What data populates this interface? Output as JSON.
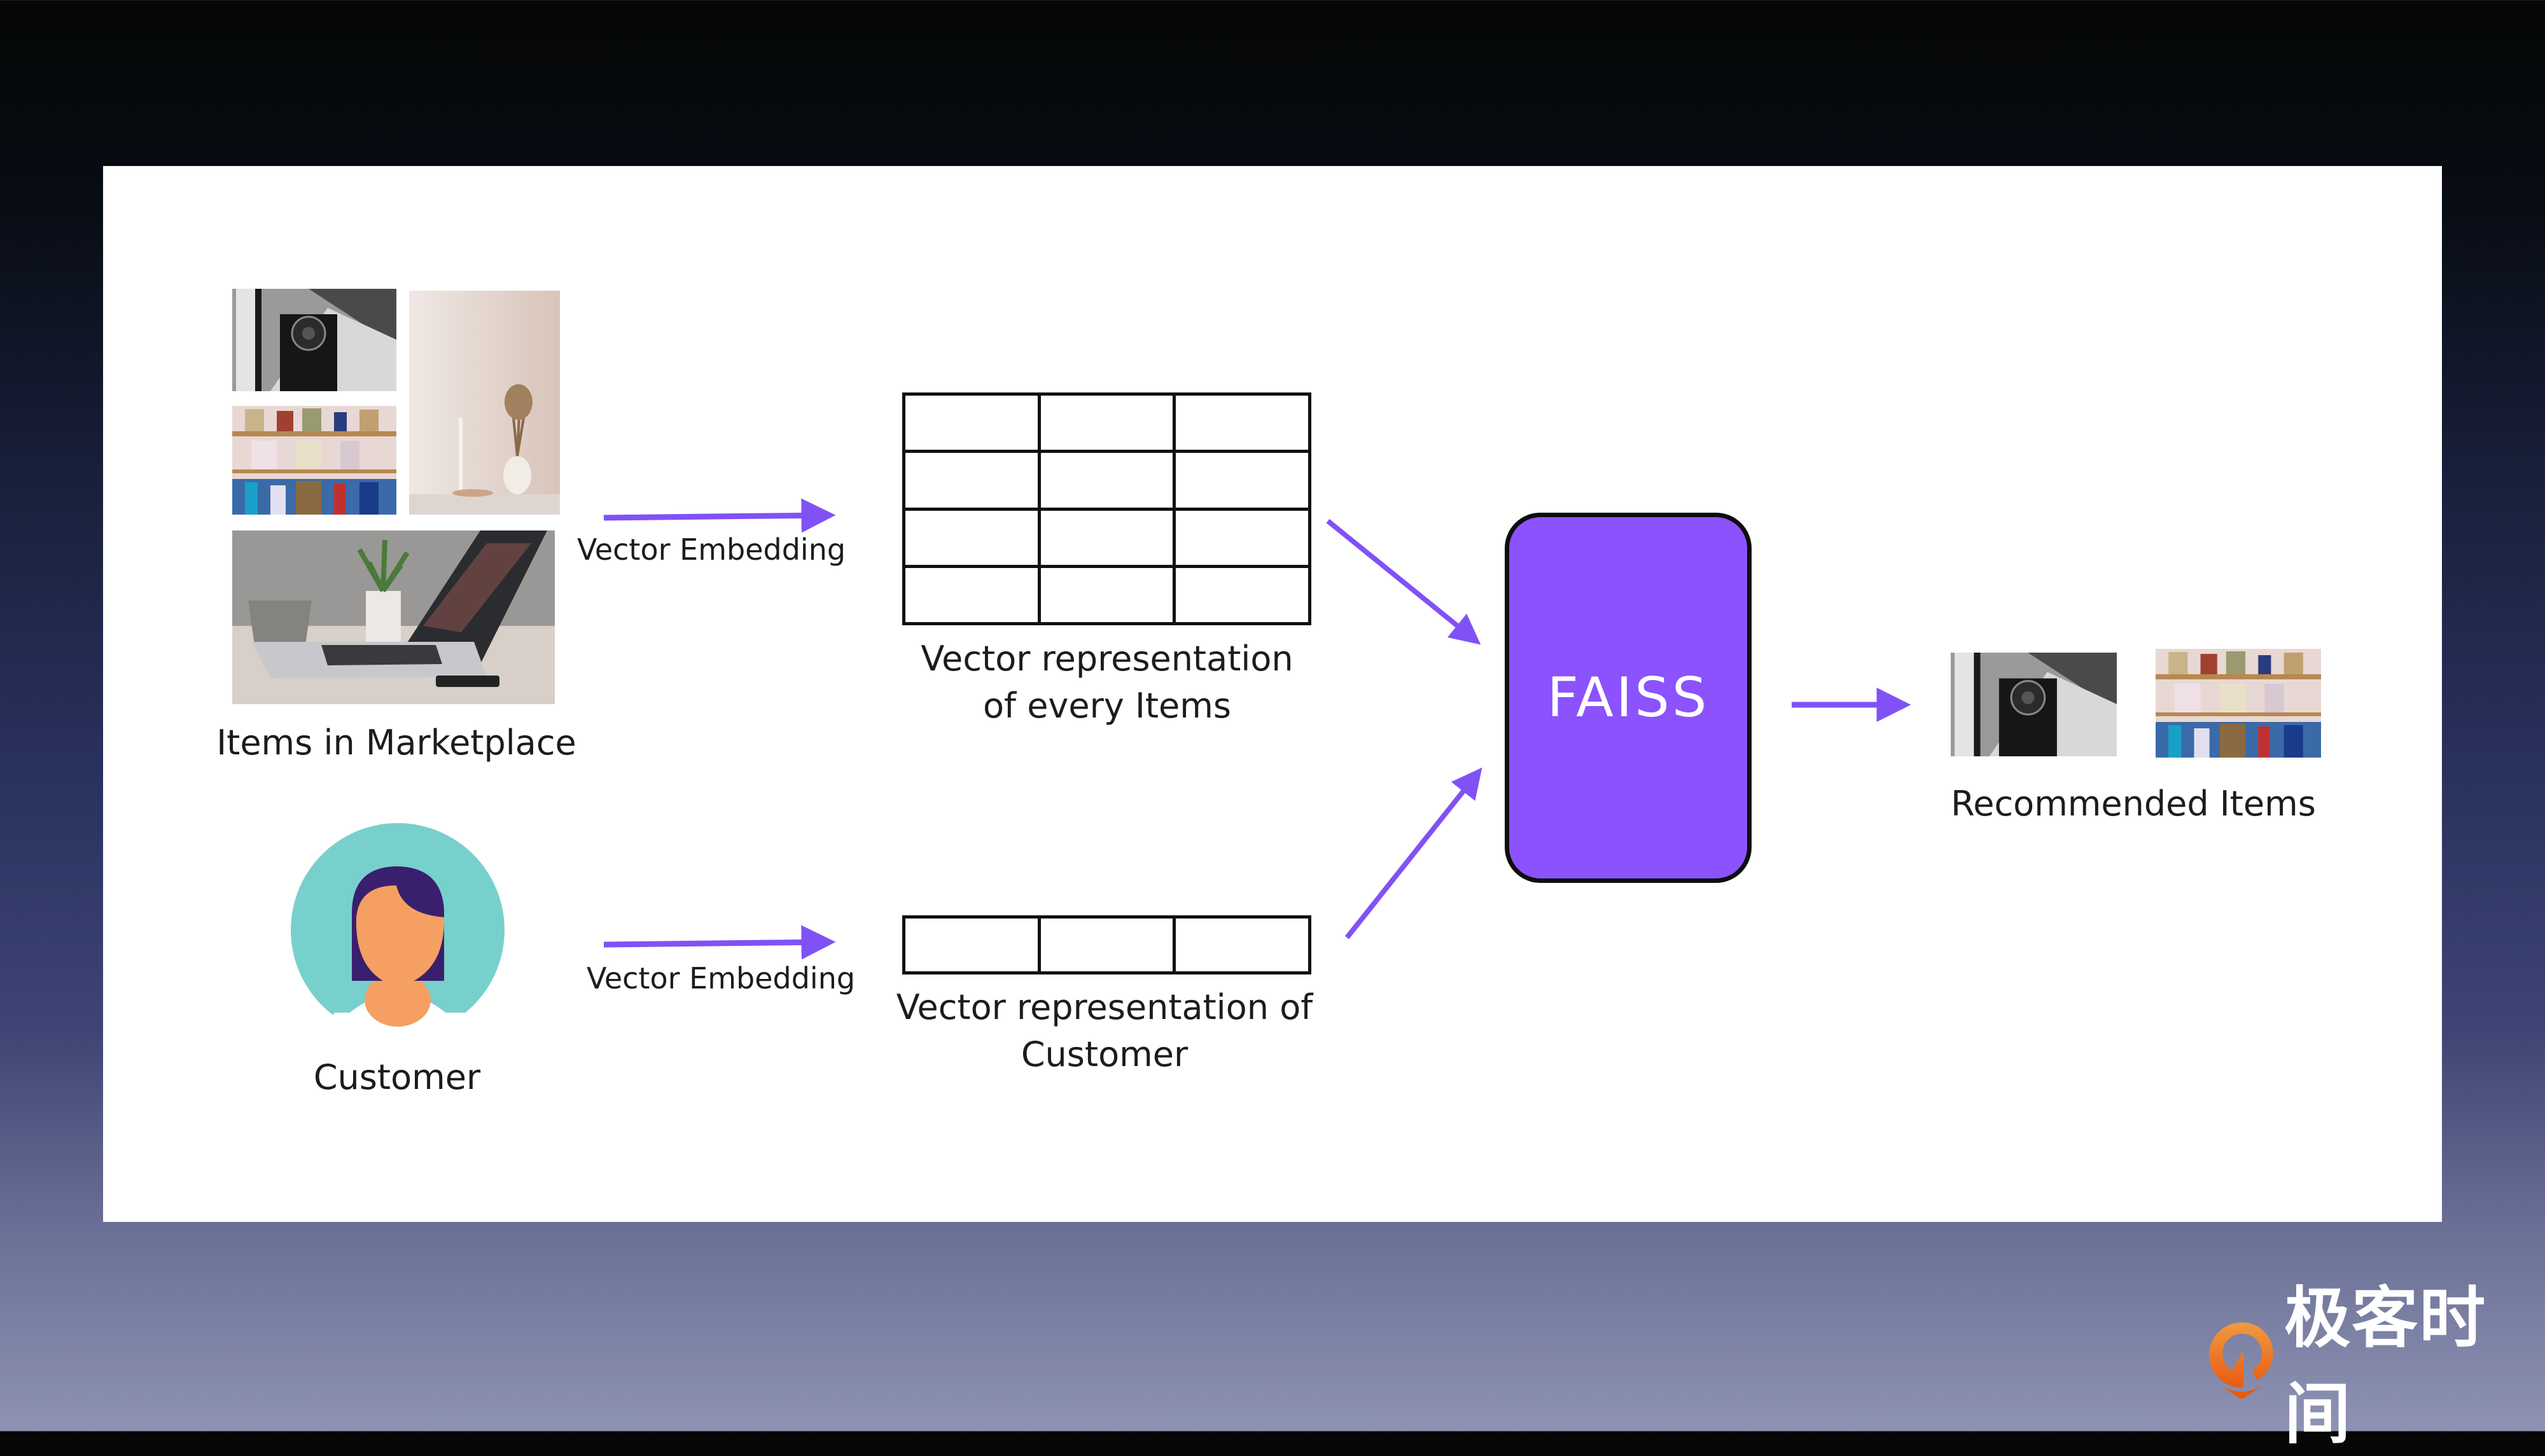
{
  "diagram": {
    "items_label": "Items in Marketplace",
    "customer_label": "Customer",
    "embedding_label_items": "Vector Embedding",
    "embedding_label_customer": "Vector Embedding",
    "items_vector_label_line1": "Vector representation",
    "items_vector_label_line2": "of every Items",
    "customer_vector_label_line1": "Vector representation of",
    "customer_vector_label_line2": "Customer",
    "items_vector_grid": {
      "rows": 4,
      "cols": 3
    },
    "customer_vector_grid": {
      "rows": 1,
      "cols": 3
    },
    "engine_label": "FAISS",
    "output_label": "Recommended Items",
    "item_photos": [
      "camera-photo",
      "shelf-items-photo",
      "vase-decor-photo",
      "laptop-desk-photo"
    ],
    "recommended_photos": [
      "camera-photo",
      "shelf-items-photo"
    ]
  },
  "colors": {
    "accent_purple": "#8b52fe",
    "arrow_purple": "#8052f5",
    "avatar_bg": "#78d0cc",
    "avatar_hair": "#3a1f6e",
    "avatar_skin": "#f5a062"
  },
  "watermark": {
    "text": "极客时间",
    "icon": "geektime-logo-icon"
  }
}
